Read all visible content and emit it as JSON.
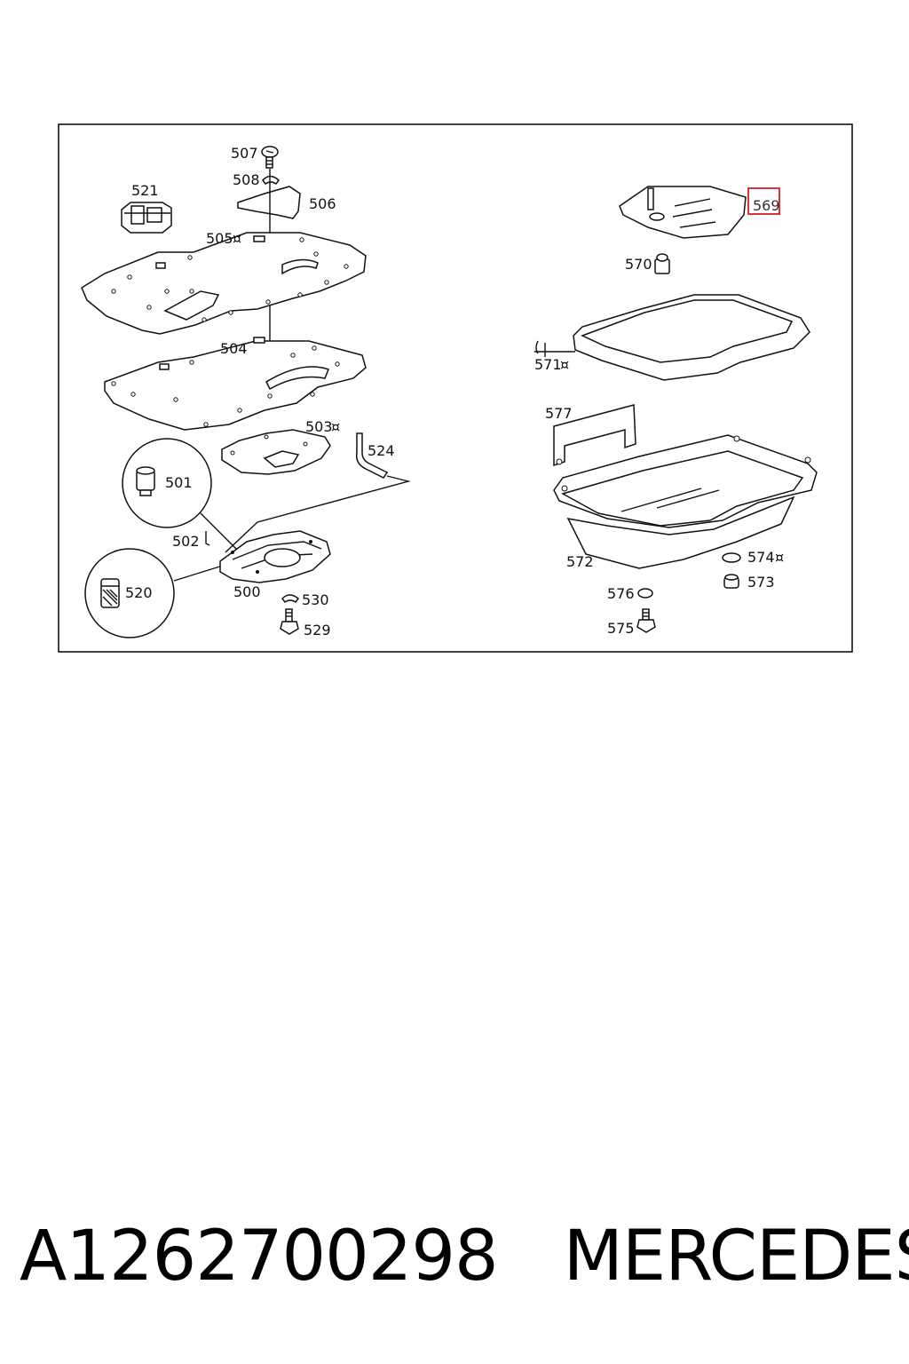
{
  "labels": {
    "l500": "500",
    "l501": "501",
    "l502": "502",
    "l503": "503",
    "l504": "504",
    "l505": "505",
    "l506": "506",
    "l507": "507",
    "l508": "508",
    "l520": "520",
    "l521": "521",
    "l524": "524",
    "l529": "529",
    "l530": "530",
    "l569": "569",
    "l570": "570",
    "l571": "571",
    "l572": "572",
    "l573": "573",
    "l574": "574",
    "l575": "575",
    "l576": "576",
    "l577": "577"
  },
  "marker_symbol": "¤",
  "highlight": {
    "label": "569",
    "color": "#d9343c"
  },
  "caption": {
    "part_number": "A1262700298",
    "brand": "MERCEDES"
  }
}
